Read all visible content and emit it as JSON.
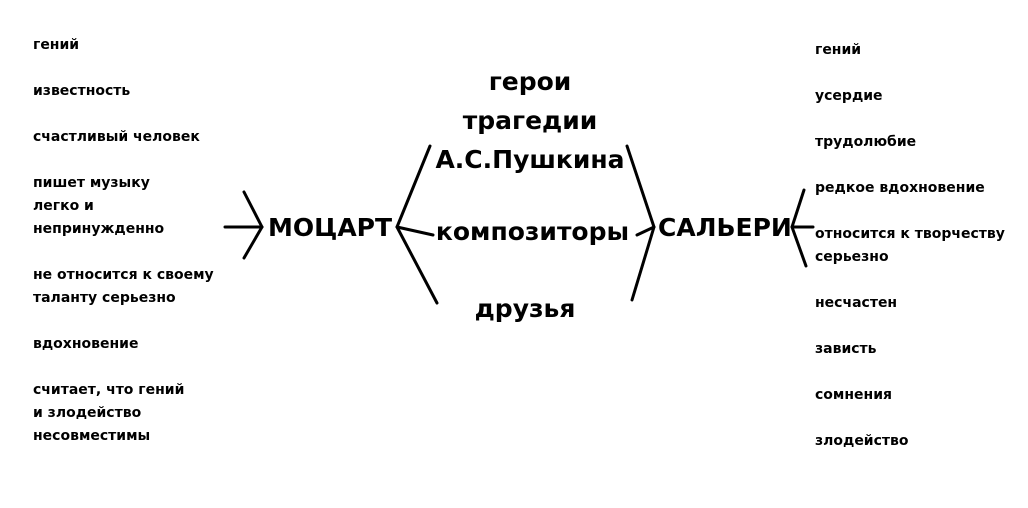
{
  "mozart": {
    "name": "МОЦАРТ",
    "traits": [
      "гений",
      "известность",
      "счастливый человек",
      "пишет музыку\nлегко и\nнепринужденно",
      "не относится к своему\nталанту серьезно",
      "вдохновение",
      "считает, что гений\nи злодейство\nнесовместимы"
    ]
  },
  "salieri": {
    "name": "САЛЬЕРИ",
    "traits": [
      "гений",
      "усердие",
      "трудолюбие",
      "редкое вдохновение",
      "относится к творчеству\nсерьезно",
      "несчастен",
      "зависть",
      "сомнения",
      "злодейство"
    ]
  },
  "center": {
    "title": "герои\nтрагедии\nА.С.Пушкина",
    "middle": "композиторы",
    "bottom": "друзья"
  }
}
